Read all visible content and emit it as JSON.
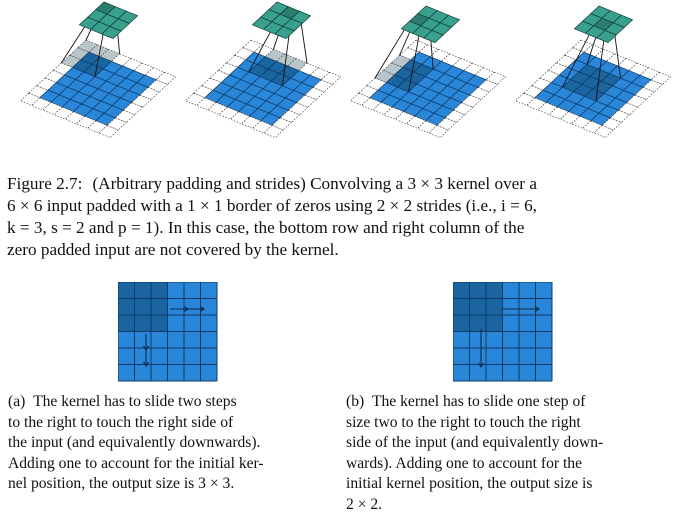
{
  "figure": {
    "label": "Figure 2.7:",
    "caption_lines": [
      "(Arbitrary padding and strides) Convolving a 3 × 3 kernel over a",
      "6 × 6 input padded with a 1 × 1 border of zeros using 2 × 2 strides (i.e., i = 6,",
      "k = 3, s = 2 and p = 1). In this case, the bottom row and right column of the",
      "zero padded input are not covered by the kernel."
    ]
  },
  "subfigures": [
    {
      "label": "(a)",
      "caption_lines": [
        "The kernel has to slide two steps",
        "to the right to touch the right side of",
        "the input (and equivalently downwards).",
        "Adding one to account for the initial ker-",
        "nel position, the output size is 3 × 3."
      ]
    },
    {
      "label": "(b)",
      "caption_lines": [
        "The kernel has to slide one step of",
        "size two to the right to touch the right",
        "side of the input (and equivalently down-",
        "wards). Adding one to account for the",
        "initial kernel position, the output size is",
        "2 × 2."
      ]
    }
  ],
  "colors": {
    "input_blue": "#2a86d8",
    "input_dark": "#1a64a0",
    "padding_gray": "#b9c6c9",
    "output_teal": "#3aa08e"
  }
}
